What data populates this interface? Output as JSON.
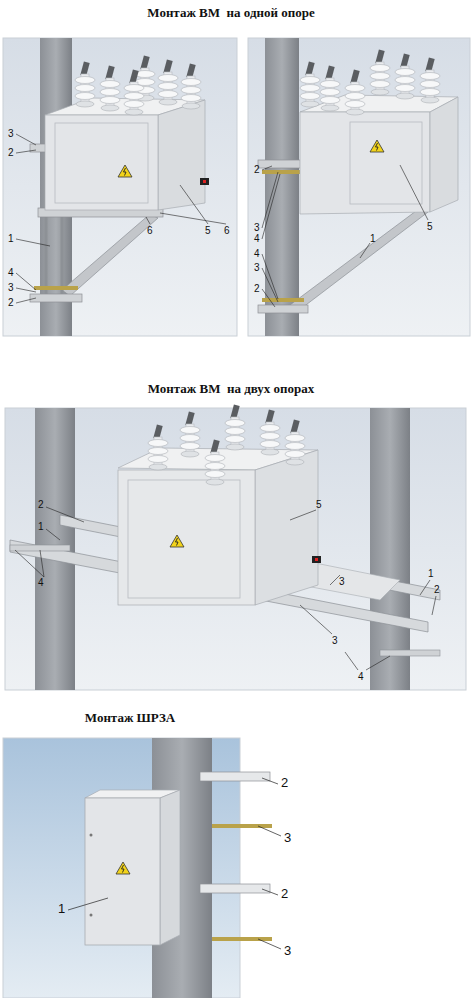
{
  "diagram": {
    "labels": [
      "Монтаж ВМ  на одной опоре",
      "3",
      "2",
      "1",
      "4",
      "3",
      "2",
      "6",
      "5",
      "6",
      "2",
      "3",
      "4",
      "5",
      "1",
      "4",
      "3",
      "2",
      "Монтаж ВМ  на двух опорах",
      "2",
      "1",
      "4",
      "5",
      "3",
      "3",
      "1",
      "2",
      "4",
      "Монтаж ШРЗА",
      "2",
      "3",
      "2",
      "3",
      "1"
    ]
  }
}
